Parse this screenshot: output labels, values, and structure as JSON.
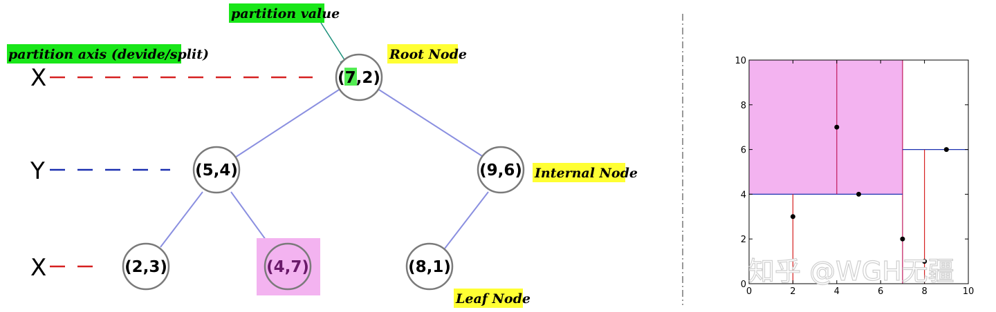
{
  "tree": {
    "annotations": {
      "partition_value": "partition value",
      "partition_axis": "partition axis (devide/split)",
      "root_node": "Root Node",
      "internal_node": "Internal Node",
      "leaf_node": "Leaf Node"
    },
    "level_axes": [
      {
        "label": "X",
        "color": "#d62020"
      },
      {
        "label": "Y",
        "color": "#1a2fb0"
      },
      {
        "label": "X",
        "color": "#d62020"
      }
    ],
    "nodes": {
      "root": {
        "label": "(7,2)",
        "x_part": "7",
        "rest": ",2)",
        "open": "("
      },
      "left": {
        "label": "(5,4)"
      },
      "right": {
        "label": "(9,6)"
      },
      "left_left": {
        "label": "(2,3)"
      },
      "left_right": {
        "label": "(4,7)"
      },
      "right_left": {
        "label": "(8,1)"
      }
    },
    "colors": {
      "edge": "#8a8fe0",
      "highlight_green": "#19e619",
      "highlight_yellow": "#ffff33",
      "highlight_pink": "#f3b3f0",
      "pink_text": "#6a1a6a"
    }
  },
  "chart_data": {
    "type": "scatter",
    "xlim": [
      0,
      10
    ],
    "ylim": [
      0,
      10
    ],
    "x_ticks": [
      "0",
      "2",
      "4",
      "6",
      "8",
      "10"
    ],
    "y_ticks": [
      "0",
      "2",
      "4",
      "6",
      "8",
      "10"
    ],
    "points": [
      {
        "x": 2,
        "y": 3
      },
      {
        "x": 4,
        "y": 7
      },
      {
        "x": 5,
        "y": 4
      },
      {
        "x": 7,
        "y": 2
      },
      {
        "x": 8,
        "y": 1
      },
      {
        "x": 9,
        "y": 6
      }
    ],
    "highlight_region": {
      "x0": 0,
      "x1": 7,
      "y0": 4,
      "y1": 10,
      "color": "#f3b3f0"
    },
    "splits": [
      {
        "axis": "x",
        "at": 7,
        "from": 0,
        "to": 10,
        "color": "#c0185c"
      },
      {
        "axis": "y",
        "at": 4,
        "from": 0,
        "to": 7,
        "color": "#1a2fb0"
      },
      {
        "axis": "y",
        "at": 6,
        "from": 7,
        "to": 10,
        "color": "#1a2fb0"
      },
      {
        "axis": "x",
        "at": 2,
        "from": 0,
        "to": 4,
        "color": "#d62020"
      },
      {
        "axis": "x",
        "at": 4,
        "from": 4,
        "to": 10,
        "color": "#c0185c"
      },
      {
        "axis": "x",
        "at": 8,
        "from": 0,
        "to": 6,
        "color": "#d62020"
      }
    ],
    "grid": false
  },
  "watermark": "知乎 @WGH无疆"
}
